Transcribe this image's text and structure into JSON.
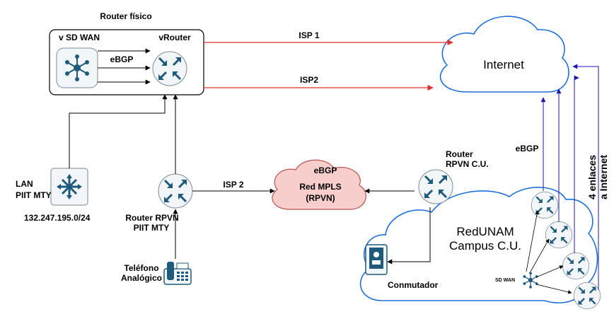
{
  "labels": {
    "router_fisico": "Router físico",
    "vsdwan": "v SD WAN",
    "vrouter": "vRouter",
    "ebgp_inner": "eBGP",
    "isp1": "ISP 1",
    "isp2_top": "ISP2",
    "internet": "Internet",
    "ebgp_right": "eBGP",
    "enlaces_1": "4 enlaces",
    "enlaces_2": "a Internet",
    "lan_1": "LAN",
    "lan_2": "PIIT MTY",
    "lan_ip": "132.247.195.0/24",
    "isp2_mid": "ISP 2",
    "mpls_1": "eBGP",
    "mpls_2": "Red MPLS",
    "mpls_3": "(RPVN)",
    "rpvn_cu_1": "Router",
    "rpvn_cu_2": "RPVN C.U.",
    "router_rpvn_1": "Router  RPVN",
    "router_rpvn_2": "PIIT MTY",
    "redunam_1": "RedUNAM",
    "redunam_2": "Campus C.U.",
    "telefono_1": "Teléfono",
    "telefono_2": "Analógico",
    "conmutador": "Conmutador",
    "sdwan_small": "SD WAN"
  },
  "colors": {
    "router_fill": "#f3f6f8",
    "router_arrow": "#1f5a7c",
    "mpls_fill": "#f8cecc",
    "mpls_stroke": "#b85450",
    "cloud_stroke": "#1e6fd9",
    "isp_line": "#e03030",
    "blue_line": "#1a1ab0"
  }
}
